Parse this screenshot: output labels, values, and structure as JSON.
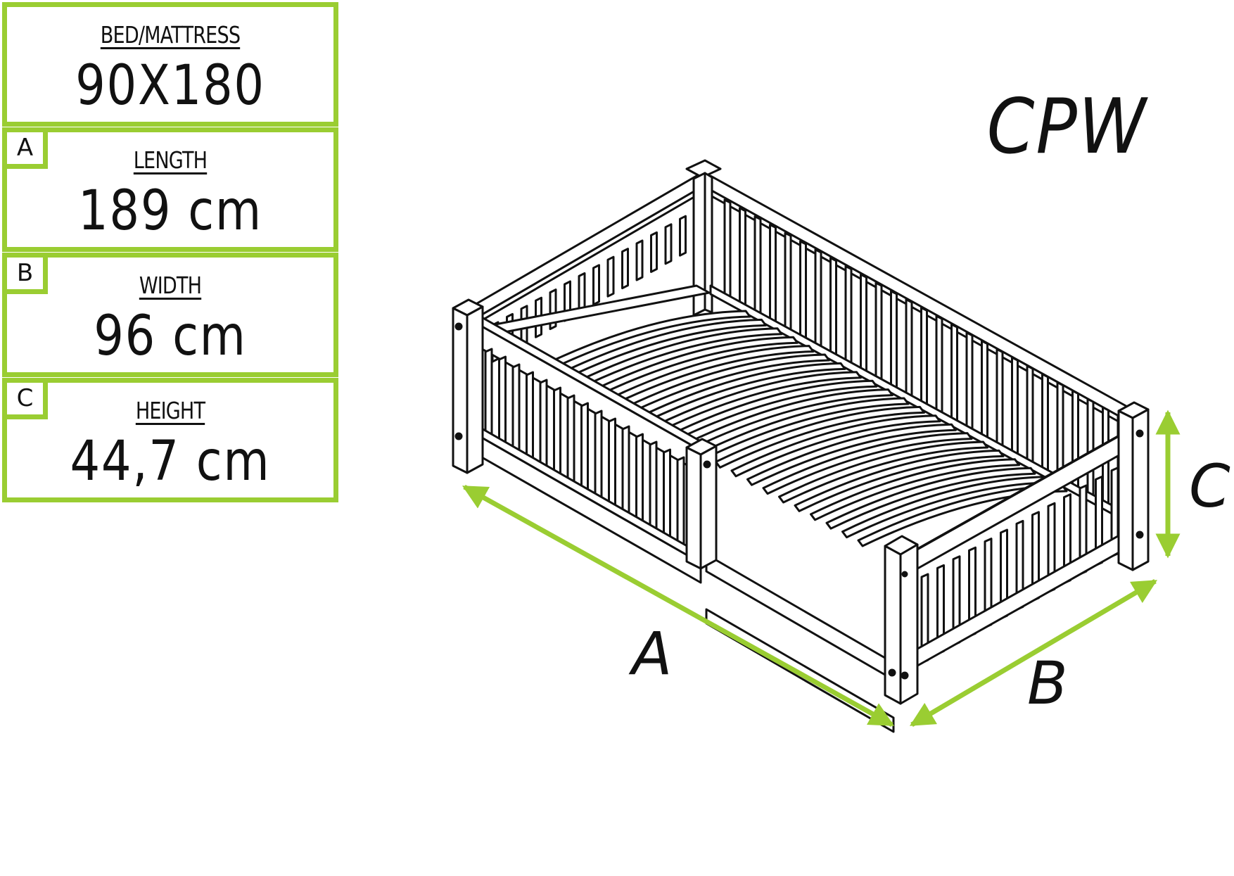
{
  "spec_table": {
    "bed": {
      "label": "BED/MATTRESS",
      "value": "90X180"
    },
    "rows": [
      {
        "letter": "A",
        "label": "LENGTH",
        "value": "189 cm"
      },
      {
        "letter": "B",
        "label": "WIDTH",
        "value": "96 cm"
      },
      {
        "letter": "C",
        "label": "HEIGHT",
        "value": "44,7 cm"
      }
    ]
  },
  "drawing": {
    "model_code": "CPW",
    "dimensions": {
      "a": "A",
      "b": "B",
      "c": "C"
    }
  },
  "colors": {
    "accent": "#9acd32",
    "line": "#111111",
    "background": "#ffffff"
  }
}
